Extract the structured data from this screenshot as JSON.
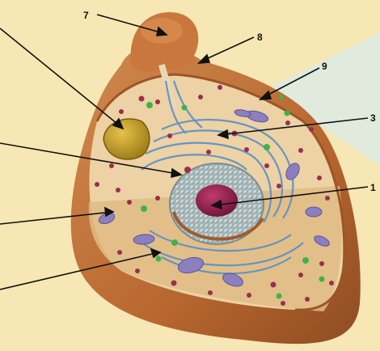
{
  "labels": {
    "seven": "7",
    "eight": "8",
    "nine": "9",
    "three": "3",
    "one": "1"
  },
  "colors": {
    "background": "#f6e7b4",
    "membrane": "#b8672f",
    "cytoplasm": "#ecd2a4",
    "endoplasmic_reticulum": "#5a8fc8",
    "nucleus": "#b9c7c9",
    "nucleolus": "#8c1f4b",
    "vacuole": "#c9a52a",
    "vesicles": "#9a2e52",
    "granules": "#3fb349",
    "mitochondria": "#8c7fc0"
  }
}
